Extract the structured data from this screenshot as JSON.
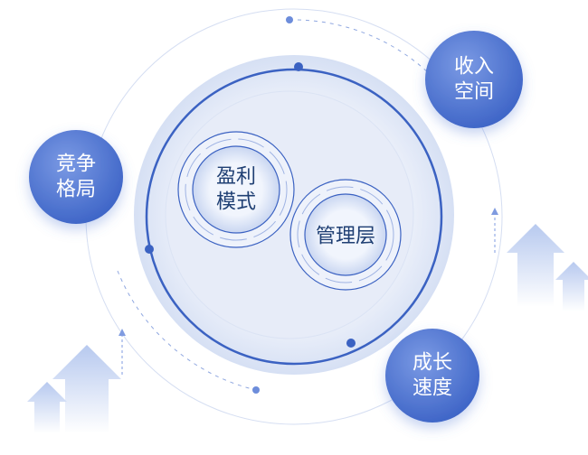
{
  "nodes": {
    "income_space": "收入\n空间",
    "competition": "竞争\n格局",
    "growth_speed": "成长\n速度",
    "profit_model": "盈利\n模式",
    "management": "管理层"
  },
  "colors": {
    "accent": "#3a63c4",
    "satellite": "#4a72d0",
    "ring": "#3b62c2",
    "disc": "#e4ebf8"
  }
}
